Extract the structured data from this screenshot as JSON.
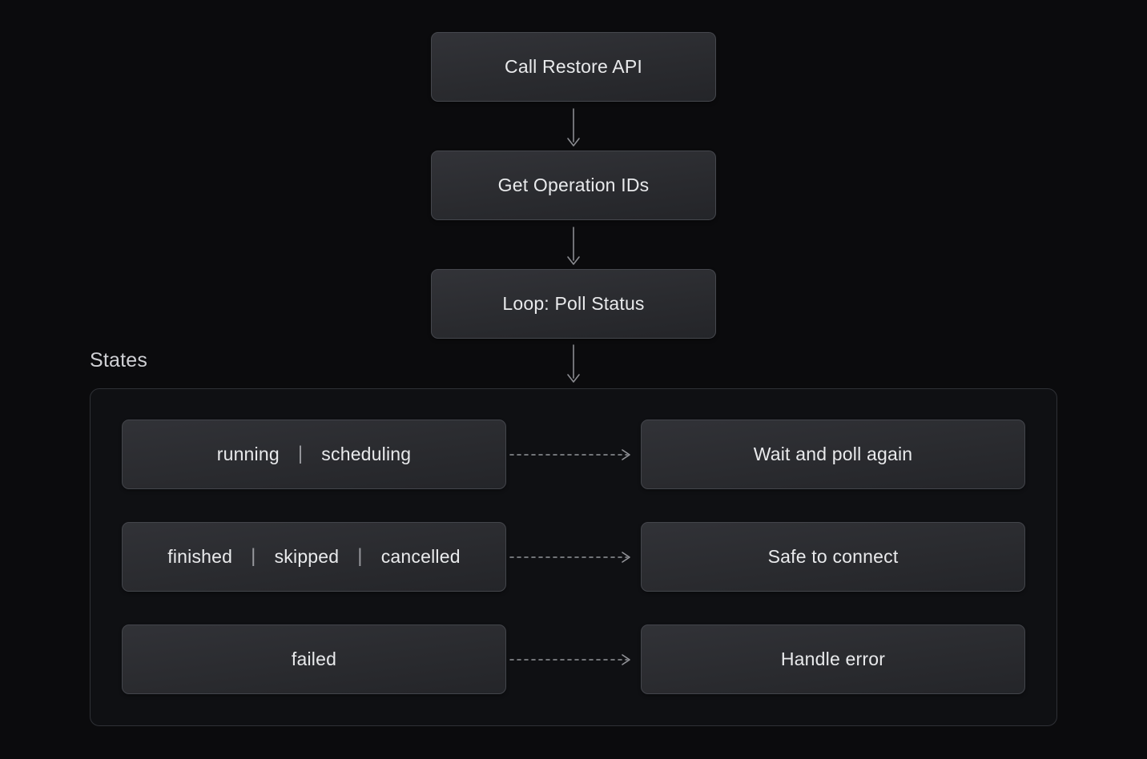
{
  "flow": {
    "nodes": [
      {
        "label": "Call Restore API"
      },
      {
        "label": "Get Operation IDs"
      },
      {
        "label": "Loop: Poll Status"
      }
    ]
  },
  "states": {
    "heading": "States",
    "separator": "|",
    "rows": [
      {
        "states": [
          "running",
          "scheduling"
        ],
        "action": "Wait and poll again"
      },
      {
        "states": [
          "finished",
          "skipped",
          "cancelled"
        ],
        "action": "Safe to connect"
      },
      {
        "states": [
          "failed"
        ],
        "action": "Handle error"
      }
    ]
  },
  "colors": {
    "page_background": "#0b0b0d",
    "node_background_top": "#323338",
    "node_background_bottom": "#242529",
    "node_border": "#45474d",
    "node_text": "#e9eaec",
    "container_border": "#2f3136",
    "container_background": "#0f1013",
    "heading_text": "#cfd0d4",
    "separator_color": "#97989d",
    "arrow_color": "#8b8c91"
  }
}
